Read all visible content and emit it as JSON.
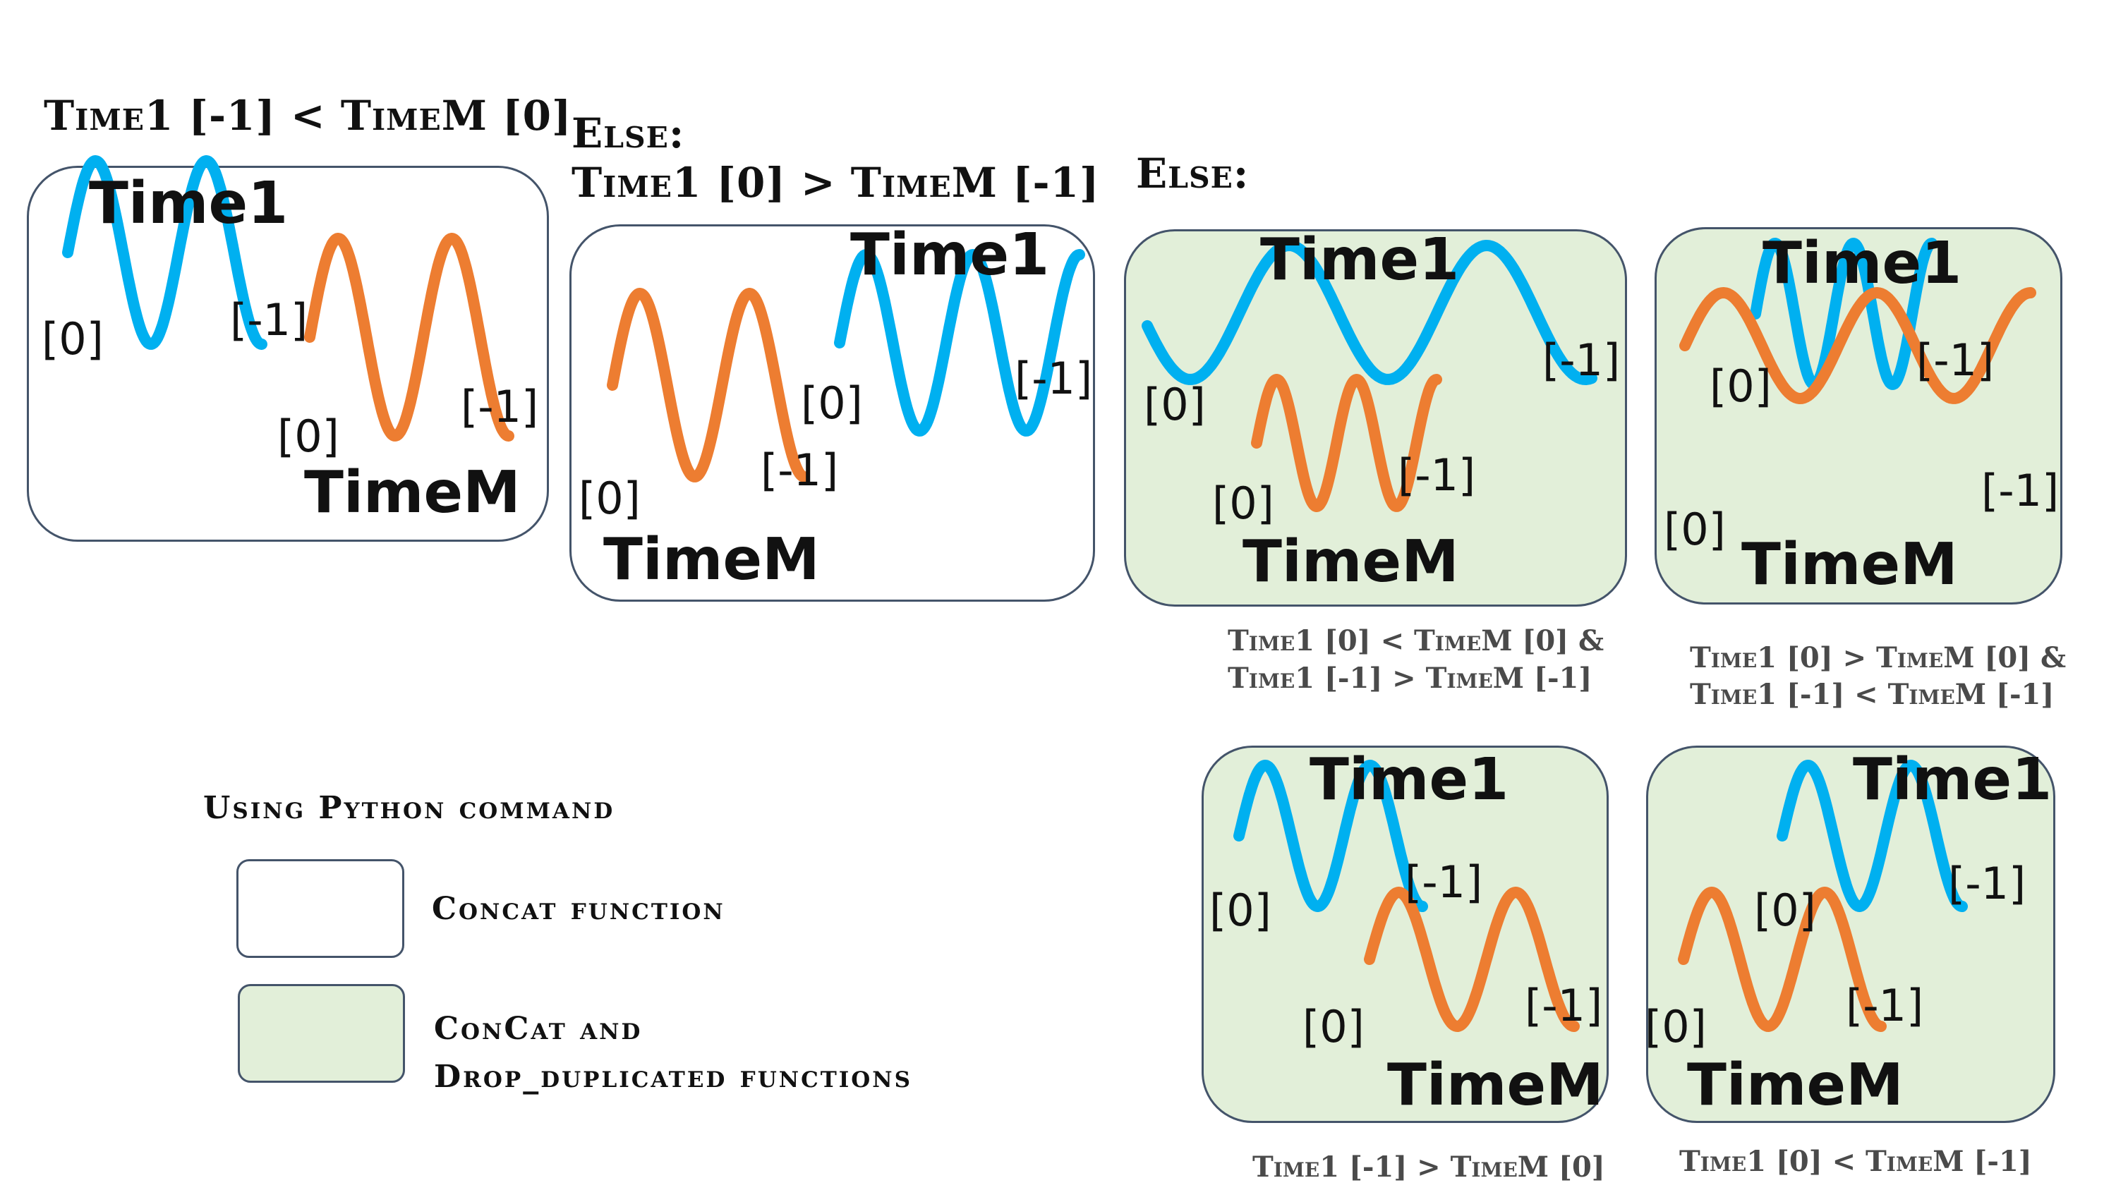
{
  "colors": {
    "time1_wave": "#00b0f0",
    "timem_wave": "#ed7d31",
    "green_fill": "#e2efd9",
    "border": "#44546a"
  },
  "labels": {
    "time1": "Time1",
    "timem": "TimeM",
    "first_index": "[0]",
    "last_index": "[-1]"
  },
  "headings": {
    "case1": "Time1 [-1] < TimeM [0]",
    "case2_line1": "Else:",
    "case2_line2": "Time1 [0] > TimeM [-1]",
    "case3": "Else:"
  },
  "captions": {
    "box3_line1": "Time1 [0] < TimeM [0] &",
    "box3_line2": "Time1 [-1] > TimeM [-1]",
    "box4_line1": "Time1 [0] > TimeM [0] &",
    "box4_line2": "Time1 [-1] < TimeM [-1]",
    "box5": "Time1 [-1] > TimeM [0]",
    "box6": "Time1 [0] < TimeM [-1]"
  },
  "legend": {
    "title": "Using Python command",
    "item1": "Concat function",
    "item2_line1": "ConCat and",
    "item2_line2": "Drop_duplicated functions"
  }
}
